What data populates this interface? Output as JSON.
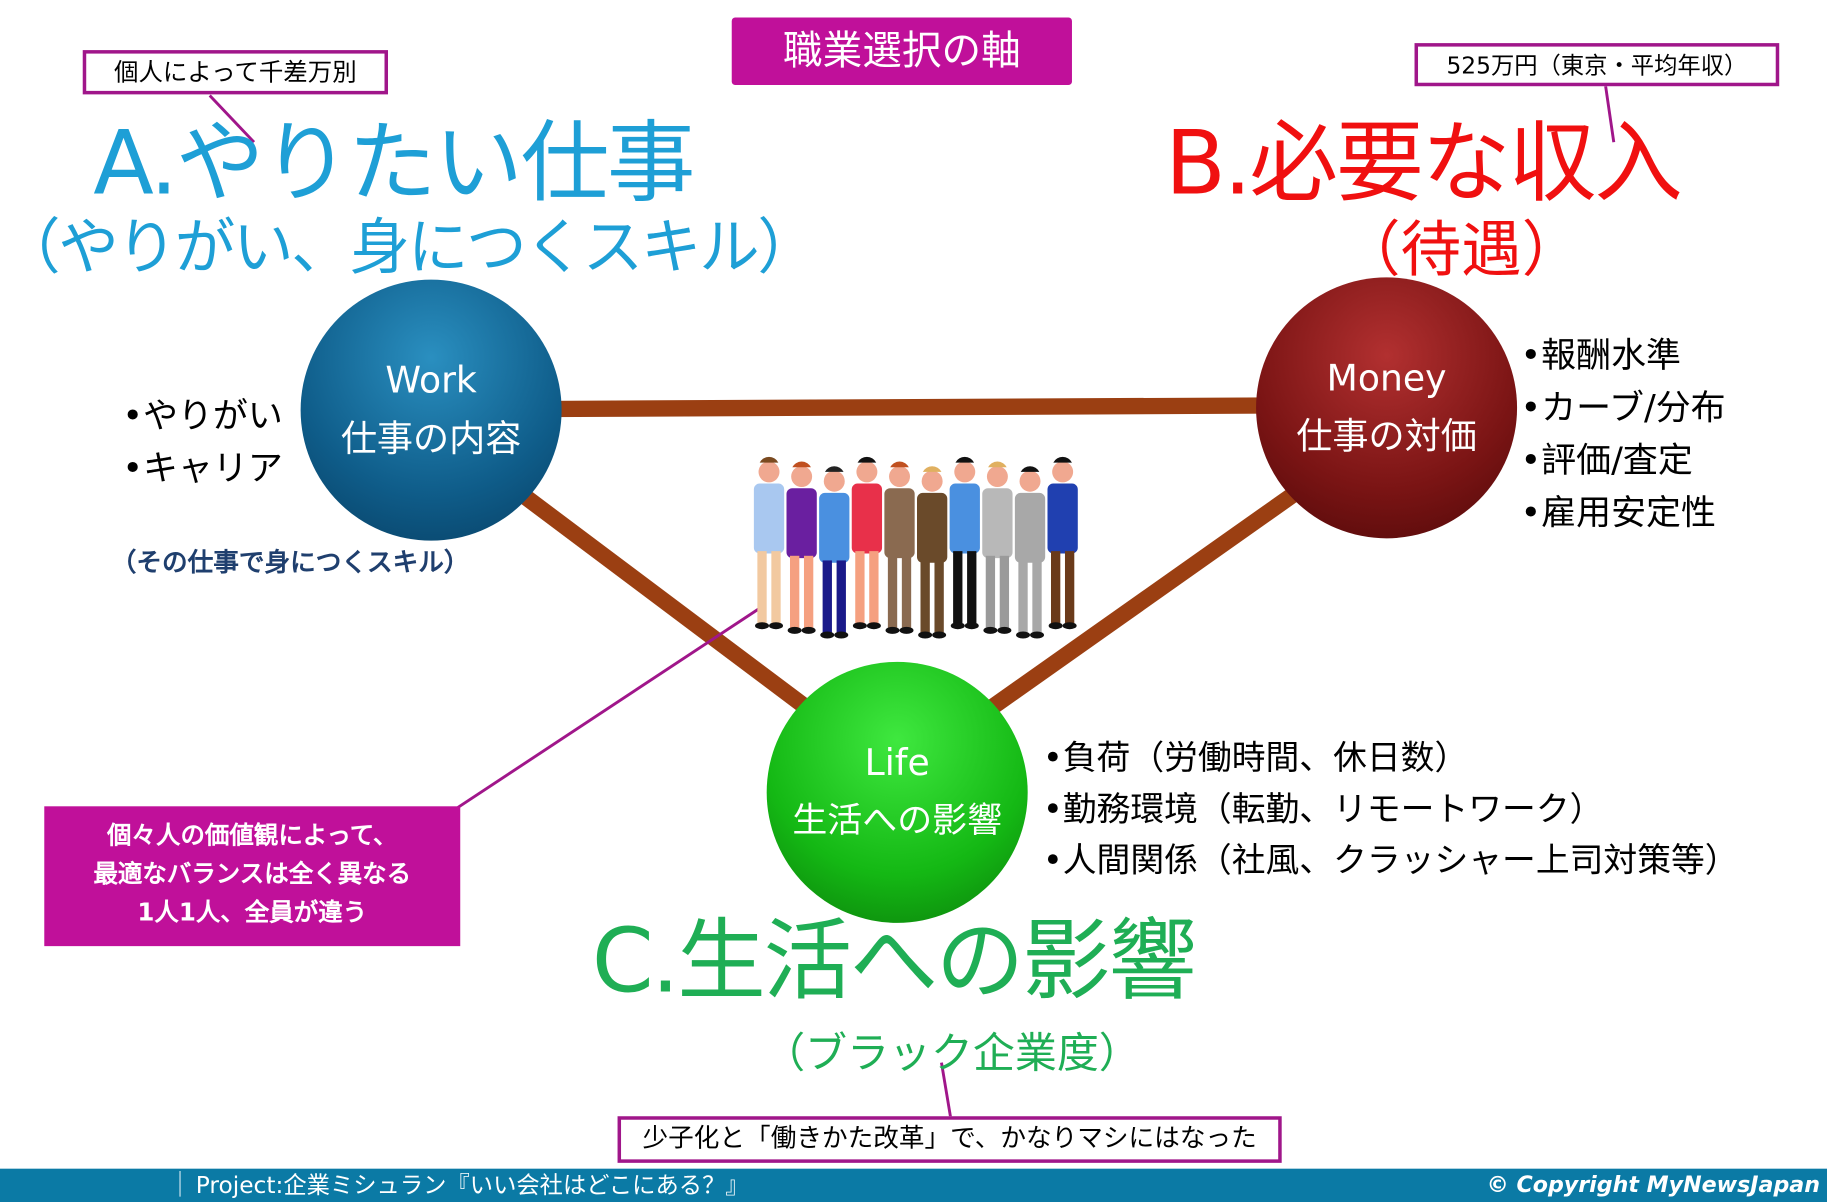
{
  "title": "職業選択の軸",
  "callouts": {
    "individual": "個人によって千差万別",
    "income_avg": "525万円（東京・平均年収）",
    "values": [
      "個々人の価値観によって、",
      "最適なバランスは全く異なる",
      "1人1人、全員が違う"
    ],
    "reform": "少子化と「働きかた改革」で、かなりマシにはなった"
  },
  "axis_a": {
    "heading": "A.やりたい仕事",
    "subheading": "（やりがい、身につくスキル）"
  },
  "axis_b": {
    "heading": "B.必要な収入",
    "subheading": "（待遇）"
  },
  "axis_c": {
    "heading": "C.生活への影響",
    "subheading": "（ブラック企業度）"
  },
  "nodes": {
    "work": {
      "en": "Work",
      "ja": "仕事の内容",
      "bullets": [
        "•やりがい",
        "•キャリア"
      ],
      "note": "（その仕事で身につくスキル）"
    },
    "money": {
      "en": "Money",
      "ja": "仕事の対価",
      "bullets": [
        "•報酬水準",
        "•カーブ/分布",
        "•評価/査定",
        "•雇用安定性"
      ]
    },
    "life": {
      "en": "Life",
      "ja": "生活への影響",
      "bullets": [
        "•負荷（労働時間、休日数）",
        "•勤務環境（転勤、リモートワーク）",
        "•人間関係（社風、クラッシャー上司対策等）"
      ]
    }
  },
  "footer": {
    "project": "Project:企業ミシュラン『いい会社はどこにある？』",
    "copyright": "© Copyright  MyNewsJapan"
  },
  "colors": {
    "accent": "#c0109a",
    "a": "#1e9fd6",
    "b": "#f01010",
    "c": "#1fae55",
    "connector": "#9b3f12",
    "footer": "#0b7aa5"
  }
}
